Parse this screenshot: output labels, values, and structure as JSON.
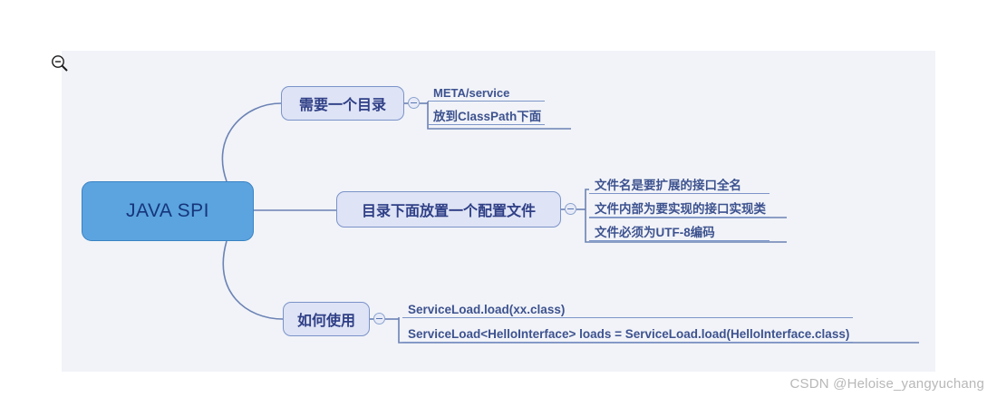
{
  "app": {
    "zoom_icon": "zoom-out-icon",
    "watermark": "CSDN @Heloise_yangyuchang"
  },
  "colors": {
    "canvas_background": "#f1f3f8",
    "root_fill": "#5ba4e0",
    "root_border": "#3a82c4",
    "root_text": "#16357a",
    "branch_fill": "#dee3f5",
    "branch_border": "#7b93c9",
    "branch_text": "#2f3f86",
    "leaf_text": "#3d528f",
    "leaf_underline": "#7e95c9",
    "connector": "#6b82b4",
    "watermark_text": "#b8b8b8"
  },
  "mindmap": {
    "root": {
      "label": "JAVA SPI"
    },
    "branches": [
      {
        "label": "需要一个目录",
        "toggle": "collapse-minus-icon",
        "leaves": [
          {
            "label": "META/service"
          },
          {
            "label": "放到ClassPath下面"
          }
        ]
      },
      {
        "label": "目录下面放置一个配置文件",
        "toggle": "collapse-minus-icon",
        "leaves": [
          {
            "label": "文件名是要扩展的接口全名"
          },
          {
            "label": "文件内部为要实现的接口实现类"
          },
          {
            "label": "文件必须为UTF-8编码"
          }
        ]
      },
      {
        "label": "如何使用",
        "toggle": "collapse-minus-icon",
        "leaves": [
          {
            "label": "ServiceLoad.load(xx.class)"
          },
          {
            "label": "ServiceLoad<HelloInterface> loads = ServiceLoad.load(HelloInterface.class)"
          }
        ]
      }
    ]
  }
}
